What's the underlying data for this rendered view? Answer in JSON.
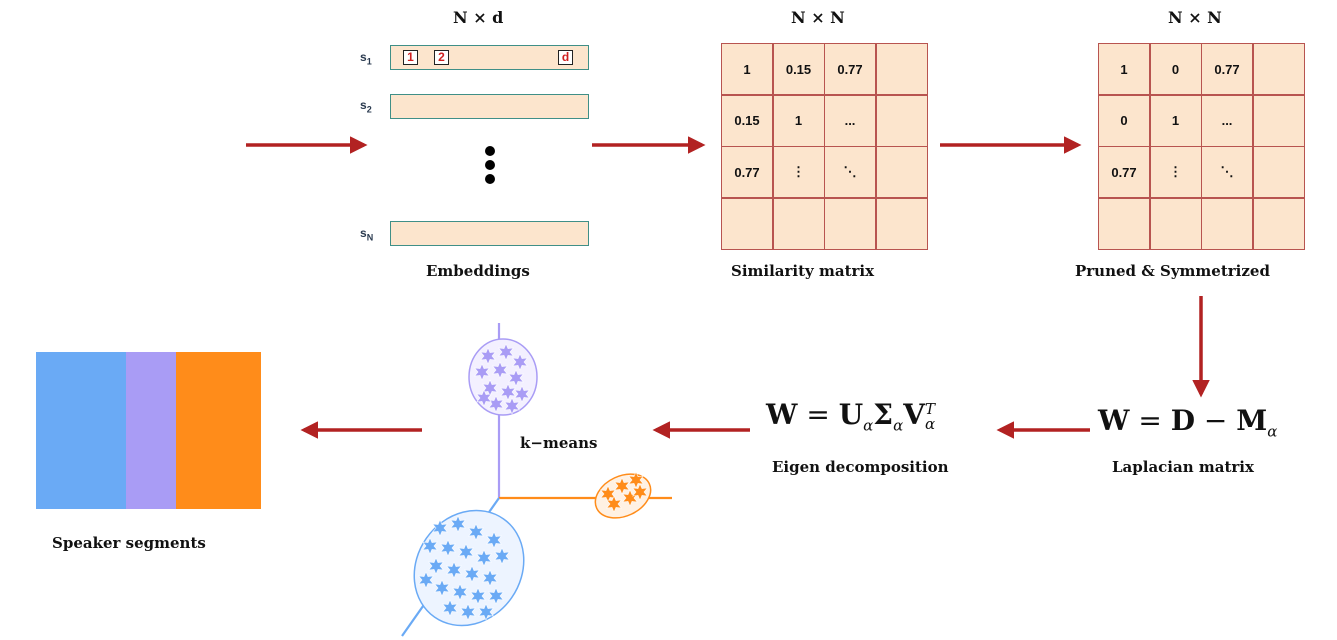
{
  "colors": {
    "arrow": "#b22222",
    "cell_fill": "#fce5cd",
    "matrix_border": "#b85450",
    "embedding_border": "#3f8f87",
    "speaker_blue": "#6aaaf5",
    "speaker_purple": "#a99cf5",
    "speaker_orange": "#ff8c1a"
  },
  "embeddings": {
    "dim_label": "N × d",
    "rows": [
      {
        "label": "s",
        "sub": "1"
      },
      {
        "label": "s",
        "sub": "2"
      },
      {
        "label": "s",
        "sub": "N"
      }
    ],
    "indices": [
      "1",
      "2",
      "d"
    ],
    "caption": "Embeddings"
  },
  "similarity": {
    "dim_label": "N × N",
    "cells": [
      [
        "1",
        "0.15",
        "0.77",
        ""
      ],
      [
        "0.15",
        "1",
        "...",
        ""
      ],
      [
        "0.77",
        "⋮",
        "⋱",
        ""
      ],
      [
        "",
        "",
        "",
        ""
      ]
    ],
    "caption": "Similarity  matrix"
  },
  "pruned": {
    "dim_label": "N × N",
    "cells": [
      [
        "1",
        "0",
        "0.77",
        ""
      ],
      [
        "0",
        "1",
        "...",
        ""
      ],
      [
        "0.77",
        "⋮",
        "⋱",
        ""
      ],
      [
        "",
        "",
        "",
        ""
      ]
    ],
    "caption": "Pruned  &  Symmetrized"
  },
  "laplacian": {
    "formula": {
      "w": "W",
      "eq": "=",
      "d": "D",
      "minus": "−",
      "m": "M",
      "sub": "α"
    },
    "caption": "Laplacian matrix"
  },
  "eigen": {
    "formula": {
      "w": "W",
      "eq": "=",
      "u": "U",
      "sigma": "Σ",
      "v": "V",
      "sub": "α",
      "sup": "T"
    },
    "caption": "Eigen decomposition"
  },
  "clustering": {
    "label": "k−means"
  },
  "segments": {
    "caption": "Speaker segments"
  }
}
